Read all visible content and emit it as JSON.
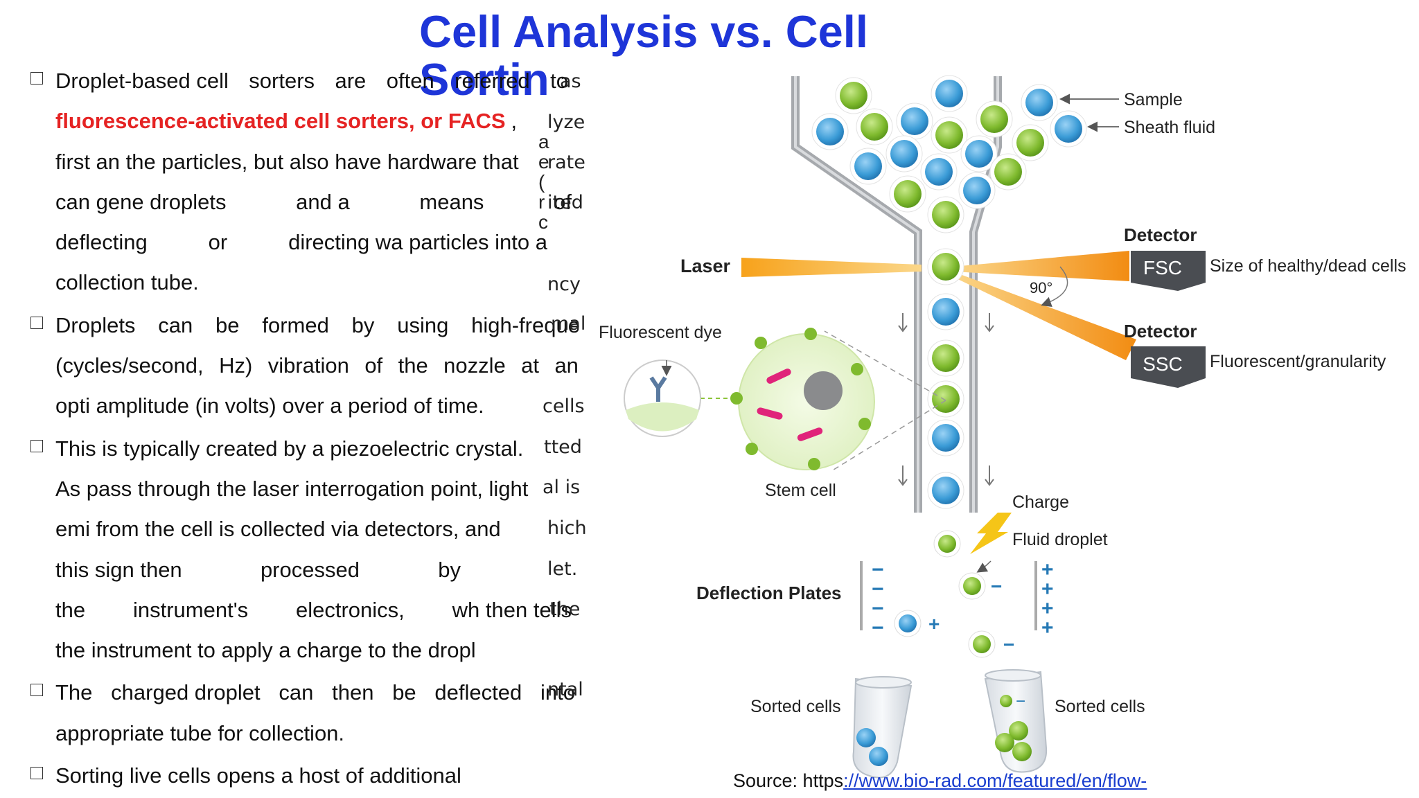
{
  "title": {
    "line1": "Cell Analysis vs. Cell",
    "line2": "Sortin"
  },
  "bullets": [
    {
      "lines": [
        [
          "Droplet-based cell",
          "sorters",
          "are",
          "often",
          "referred",
          "to"
        ],
        [
          "fluorescence-activated cell sorters, or FACS",
          ","
        ],
        [
          "first an  the particles, but also have hardware that"
        ],
        [
          "can gene  droplets",
          "and a",
          "means",
          "of"
        ],
        [
          "deflecting",
          "or",
          "directing wa  particles into a"
        ],
        [
          "collection tube."
        ]
      ]
    },
    {
      "lines": [
        [
          "Droplets",
          "can",
          "be",
          "formed",
          "by",
          "using",
          "high-freque"
        ],
        [
          "(cycles/second,",
          "Hz)",
          "vibration",
          "of",
          "the",
          "nozzle",
          "at",
          "an"
        ],
        [
          "opti  amplitude (in volts) over a period of time."
        ]
      ]
    },
    {
      "lines": [
        [
          "This is typically created by a piezoelectric crystal."
        ],
        [
          "As  pass through the laser interrogation point, light"
        ],
        [
          "emi  from the cell is collected via detectors, and"
        ],
        [
          "this sign  then",
          "processed",
          "by"
        ],
        [
          "the",
          "instrument's",
          "electronics,",
          "wh  then tells"
        ],
        [
          "the instrument to apply a charge to the dropl"
        ]
      ]
    },
    {
      "lines": [
        [
          "The",
          "charged droplet",
          "can",
          "then",
          "be",
          "deflected",
          "into"
        ],
        [
          "appropriate tube for collection."
        ]
      ]
    },
    {
      "lines": [
        [
          "Sorting live cells opens a host of additional"
        ]
      ]
    }
  ],
  "overlap_texts": [
    "as",
    "lyze",
    "rate",
    "ited",
    "ncy",
    "mal",
    "cells",
    "tted",
    "al is",
    "hich",
    "let.",
    "the",
    "ntal"
  ],
  "vertical_fragments": [
    "a",
    "e",
    "(",
    "r",
    "c"
  ],
  "diagram": {
    "sample": "Sample",
    "sheath_fluid": "Sheath fluid",
    "laser": "Laser",
    "detector_top": "Detector",
    "fsc": "FSC",
    "fsc_desc": "Size of healthy/dead cells",
    "angle": "90°",
    "detector_bottom": "Detector",
    "ssc": "SSC",
    "ssc_desc": "Fluorescent/granularity",
    "fluorescent_dye": "Fluorescent dye",
    "stem_cell": "Stem cell",
    "charge": "Charge",
    "fluid_droplet": "Fluid droplet",
    "deflection_plates": "Deflection Plates",
    "sorted_cells_left": "Sorted cells",
    "sorted_cells_right": "Sorted cells",
    "minus": "−",
    "plus": "+"
  },
  "source": {
    "prefix": "Source: https",
    "link": "://www.bio-rad.com/featured/en/flow-"
  },
  "colors": {
    "title": "#1e35d8",
    "highlight": "#e52323",
    "cell_green": "#7fba2e",
    "cell_blue": "#3a9bd6",
    "link": "#1a3ecf"
  }
}
